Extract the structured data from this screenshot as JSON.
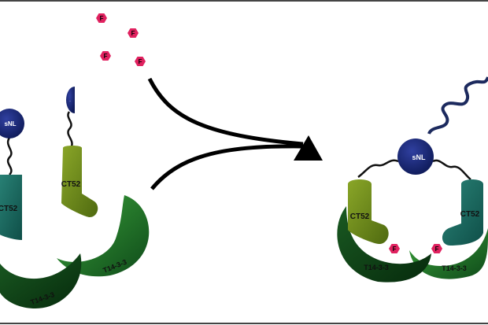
{
  "labels": {
    "molecule": "F",
    "sensor_left": "sNL",
    "sensor_right": "sNL",
    "peptide_teal_left": "CT52",
    "peptide_olive_left": "CT52",
    "peptide_olive_right": "CT52",
    "peptide_teal_right": "CT52",
    "protein_left_back": "T14-3-3",
    "protein_left_front": "T14-3-3",
    "protein_right_left": "T14-3-3",
    "protein_right_right": "T14-3-3"
  },
  "colors": {
    "molecule": "#e0215f",
    "sensor": "#1a2a78",
    "teal_peptide": "#1f6f66",
    "olive_peptide": "#6f8f1a",
    "protein_dark": "#0f4a1a",
    "protein_light": "#2a8a2a",
    "arrow": "#000000",
    "wave": "#1c2a5e",
    "frame": "#444444"
  }
}
